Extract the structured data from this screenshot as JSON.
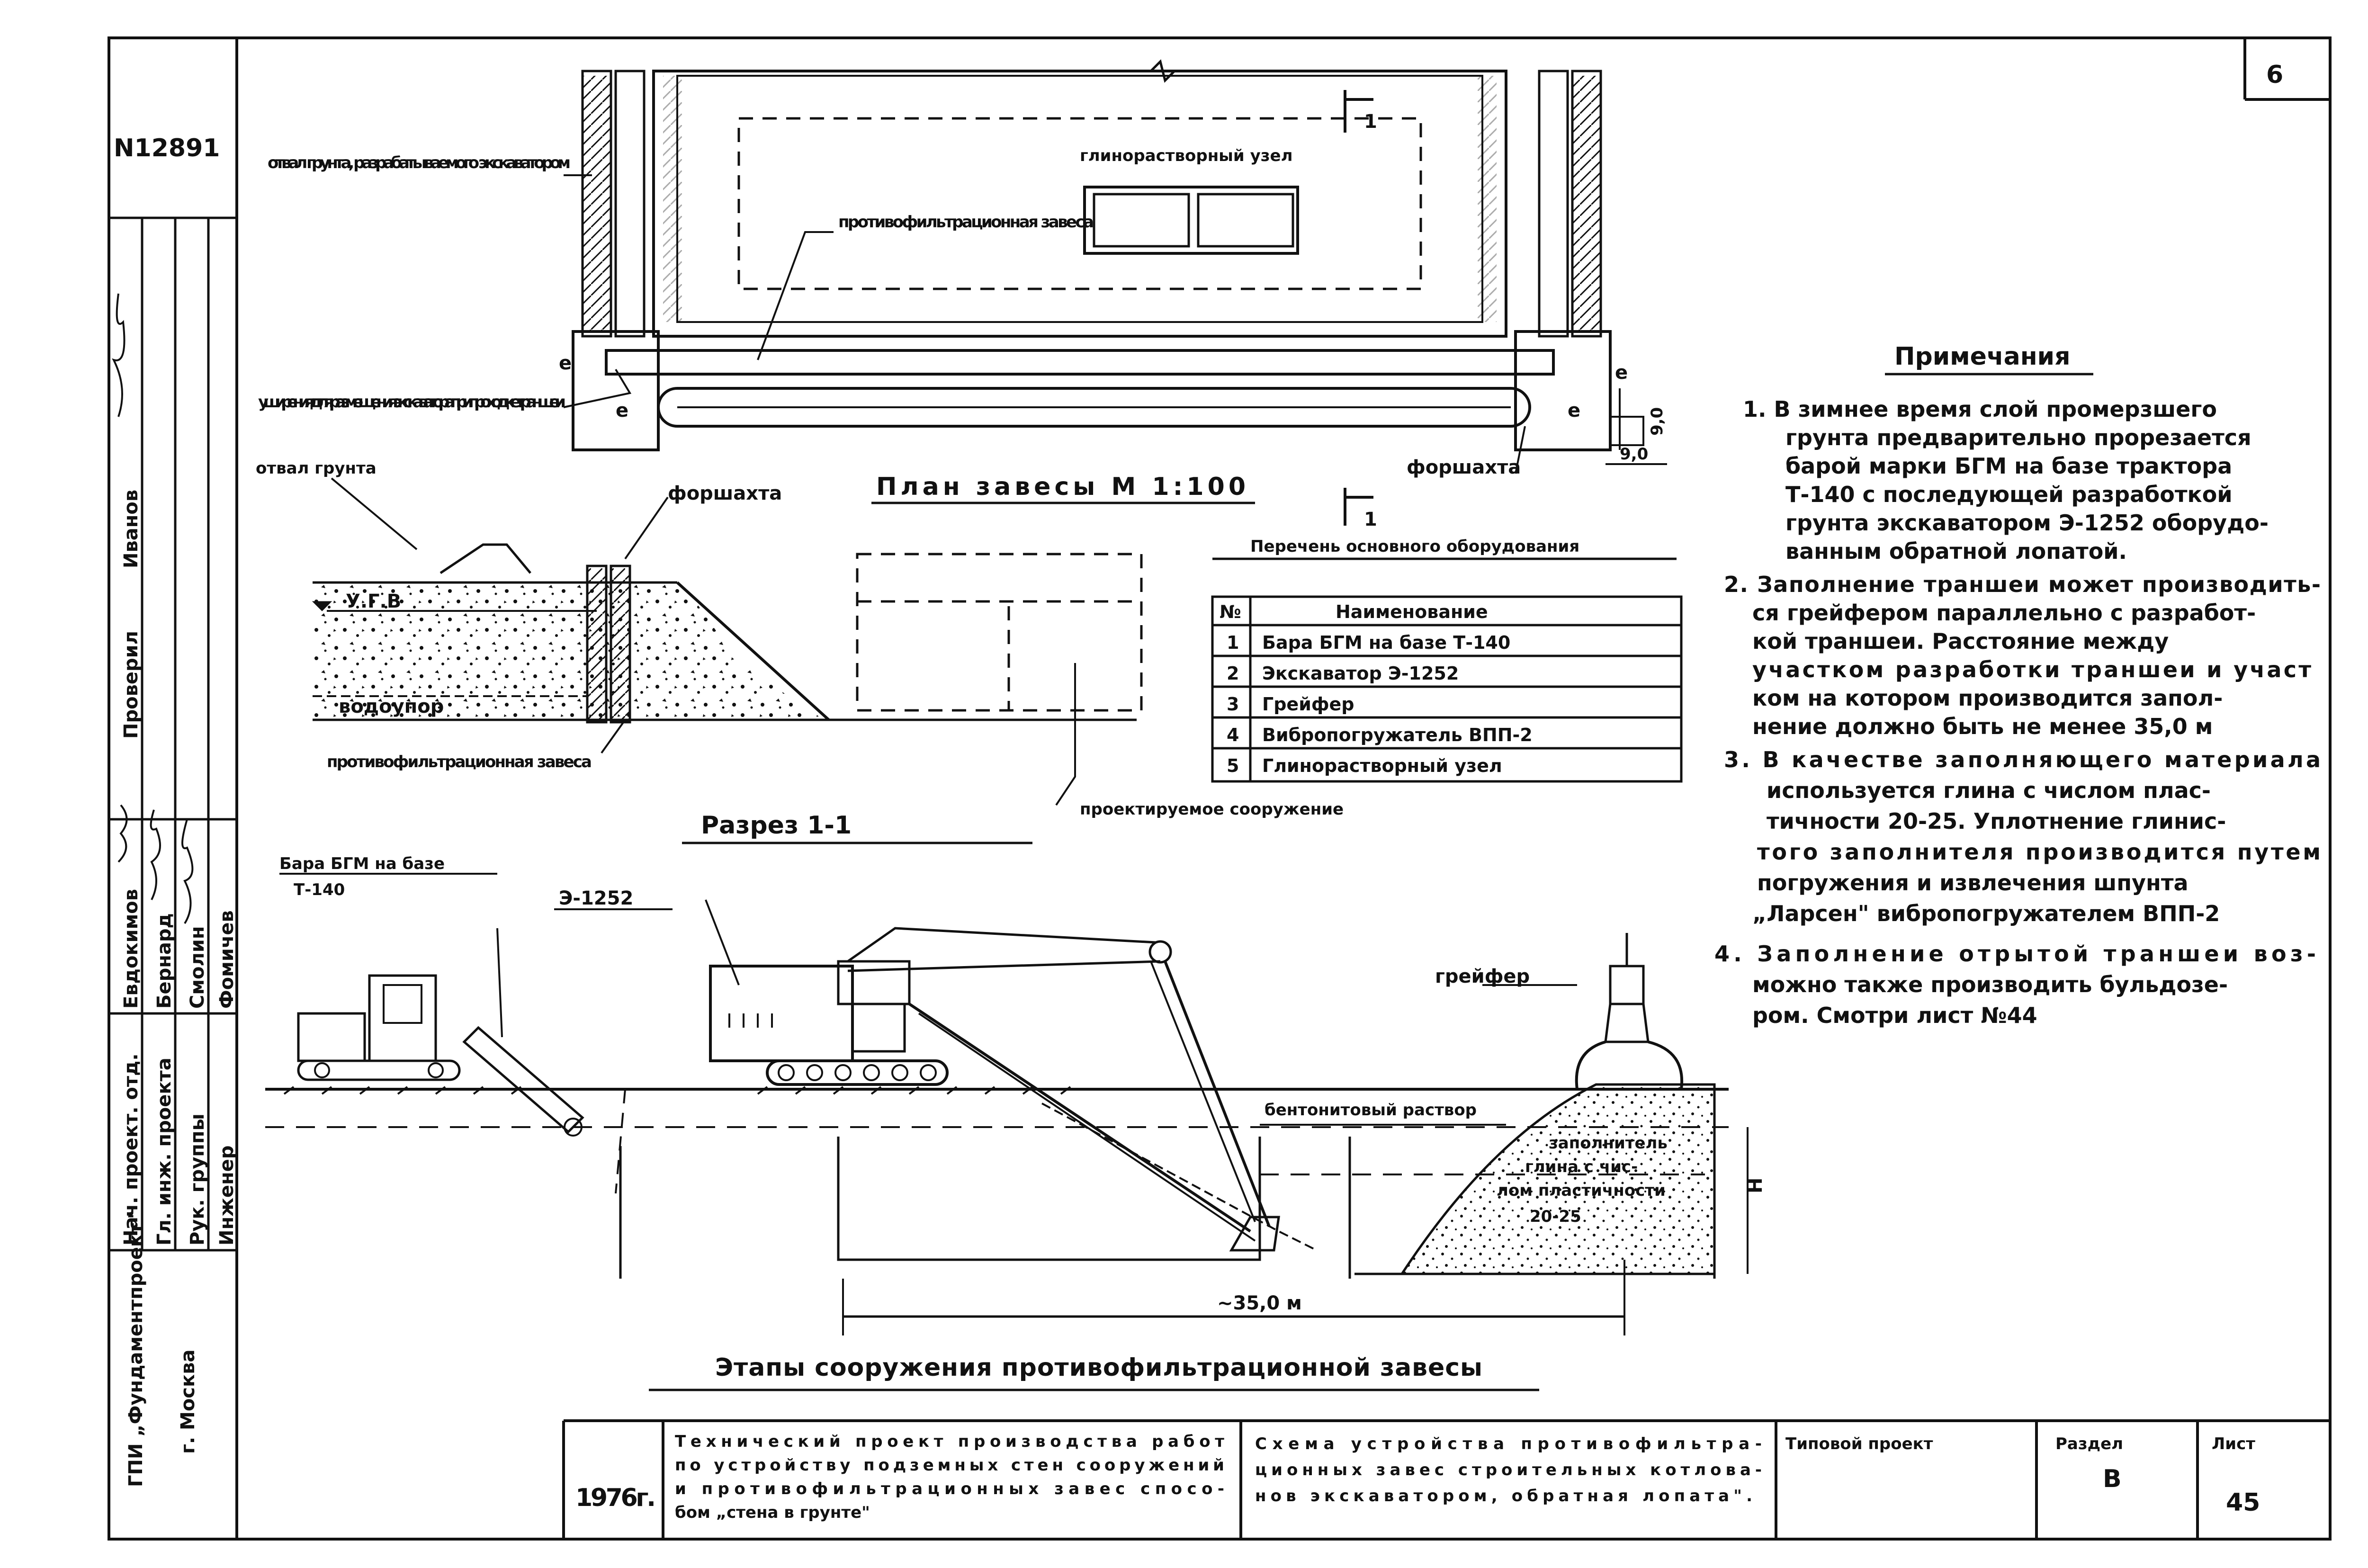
{
  "sheet_number_corner": "6",
  "archive_number": "N12891",
  "plan": {
    "title": "План завесы М 1:100",
    "spoil_label": "отвал грунта, разрабатываемого экскаватором",
    "mortar_label": "глинорастворный узел",
    "curtain_label": "противофильтрационная завеса",
    "widening_label": "уширения для размещения экскаватора при проходке траншеи",
    "forshakhta_label": "форшахта",
    "section_mark": "1",
    "dim_e": "е",
    "dim_9": "9,0"
  },
  "small_section": {
    "spoil_label": "отвал грунта",
    "forshakhta_label": "форшахта",
    "ugv_label": "У.Г.В",
    "aquitard_label": "водоупор",
    "curtain_label": "противофильтрационная завеса",
    "structure_label": "проектируемое сооружение"
  },
  "section_title": "Разрез 1-1",
  "equipment": {
    "title": "Перечень основного оборудования",
    "header_num": "№",
    "header_name": "Наименование",
    "rows": [
      {
        "n": "1",
        "name": "Бара БГМ на базе Т-140"
      },
      {
        "n": "2",
        "name": "Экскаватор Э-1252"
      },
      {
        "n": "3",
        "name": "Грейфер"
      },
      {
        "n": "4",
        "name": "Вибропогружатель ВПП-2"
      },
      {
        "n": "5",
        "name": "Глинорастворный узел"
      }
    ]
  },
  "notes": {
    "title": "Примечания",
    "lines": [
      "1. В зимнее время слой промерзшего",
      "грунта предварительно прорезается",
      "барой марки БГМ на базе трактора",
      "Т-140 с последующей разработкой",
      "грунта экскаватором Э-1252 оборудо-",
      "ванным обратной лопатой.",
      "2. Заполнение траншеи может производить-",
      "ся грейфером параллельно с разработ-",
      "кой траншеи. Расстояние между",
      "участком разработки траншеи и участ",
      "ком на котором производится запол-",
      "нение должно быть не менее 35,0 м",
      "3. В качестве заполняющего материала",
      "используется глина с числом плас-",
      "тичности 20-25. Уплотнение глинис-",
      "того заполнителя производится путем",
      "погружения и извлечения шпунта",
      "„Ларсен\" вибропогружателем ВПП-2",
      "4. Заполнение отрытой траншеи воз-",
      "можно также производить бульдозе-",
      "ром. Смотри лист №44"
    ]
  },
  "stages": {
    "title": "Этапы сооружения противофильтрационной завесы",
    "bara_label_1": "Бара БГМ на базе",
    "bara_label_2": "Т-140",
    "excavator_label": "Э-1252",
    "grab_label": "грейфер",
    "bentonite_label": "бентонитовый раствор",
    "filler_lines": [
      "заполнитель",
      "глина с чис-",
      "лом пластичности",
      "20-25"
    ],
    "dimension": "~35,0 м",
    "h_mark": "Н"
  },
  "title_block": {
    "year": "1976г.",
    "description_lines": [
      "Технический проект производства работ",
      "по устройству подземных стен сооружений",
      "и противофильтрационных завес спосо-",
      "бом „стена в грунте\""
    ],
    "scheme_lines": [
      "Схема устройства противофильтра-",
      "ционных завес строительных котлова-",
      "нов экскаватором, обратная лопата\"."
    ],
    "project_type": "Типовой проект",
    "section_label": "Раздел",
    "section_value": "В",
    "sheet_label": "Лист",
    "sheet_value": "45"
  },
  "side_block": {
    "org": "ГПИ „Фундаментпроект\"",
    "city": "г. Москва",
    "roles": [
      "Нач. проект. отд.",
      "Гл. инж. проекта",
      "Рук. группы",
      "Инженер"
    ],
    "names": [
      "Евдокимов",
      "Бернард",
      "Смолин",
      "Фомичев"
    ],
    "checked_label": "Проверил",
    "checked_name": "Иванов"
  }
}
